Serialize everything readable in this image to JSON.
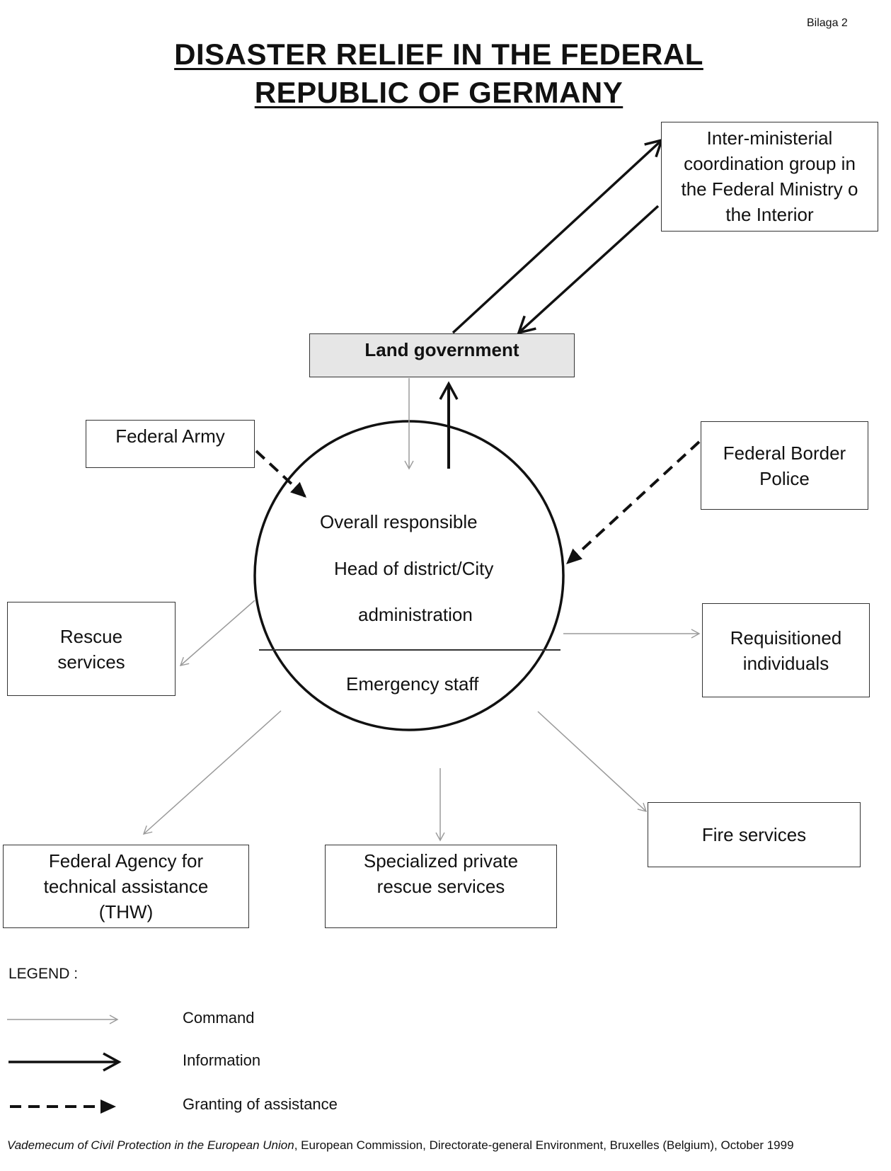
{
  "corner_label": "Bilaga 2",
  "title": {
    "line1": "DISASTER RELIEF IN THE FEDERAL",
    "line2": "REPUBLIC OF GERMANY"
  },
  "nodes": {
    "interministerial": {
      "line1": "Inter-ministerial",
      "line2": "coordination group in",
      "line3": "the Federal Ministry o",
      "line4": "the Interior"
    },
    "land_government": "Land government",
    "federal_army": "Federal Army",
    "federal_border_police": {
      "line1": "Federal Border",
      "line2": "Police"
    },
    "rescue_services": {
      "line1": "Rescue",
      "line2": "services"
    },
    "requisitioned_individuals": {
      "line1": "Requisitioned",
      "line2": "individuals"
    },
    "thw": {
      "line1": "Federal Agency for",
      "line2": "technical assistance",
      "line3": "(THW)"
    },
    "private_rescue": {
      "line1": "Specialized private",
      "line2": "rescue services"
    },
    "fire_services": "Fire services"
  },
  "circle": {
    "line1": "Overall responsiblе",
    "line2": "Head of district/City",
    "line3": "administration",
    "lower": "Emergency staff"
  },
  "legend": {
    "title": "LEGEND :",
    "command": "Command",
    "information": "Information",
    "assistance": "Granting of assistance"
  },
  "footer": {
    "source_italic": "Vademecum of Civil Protection in the European Union",
    "source_rest": ", European Commission, Directorate-general Environment, Bruxelles (Belgium), October 1999"
  }
}
